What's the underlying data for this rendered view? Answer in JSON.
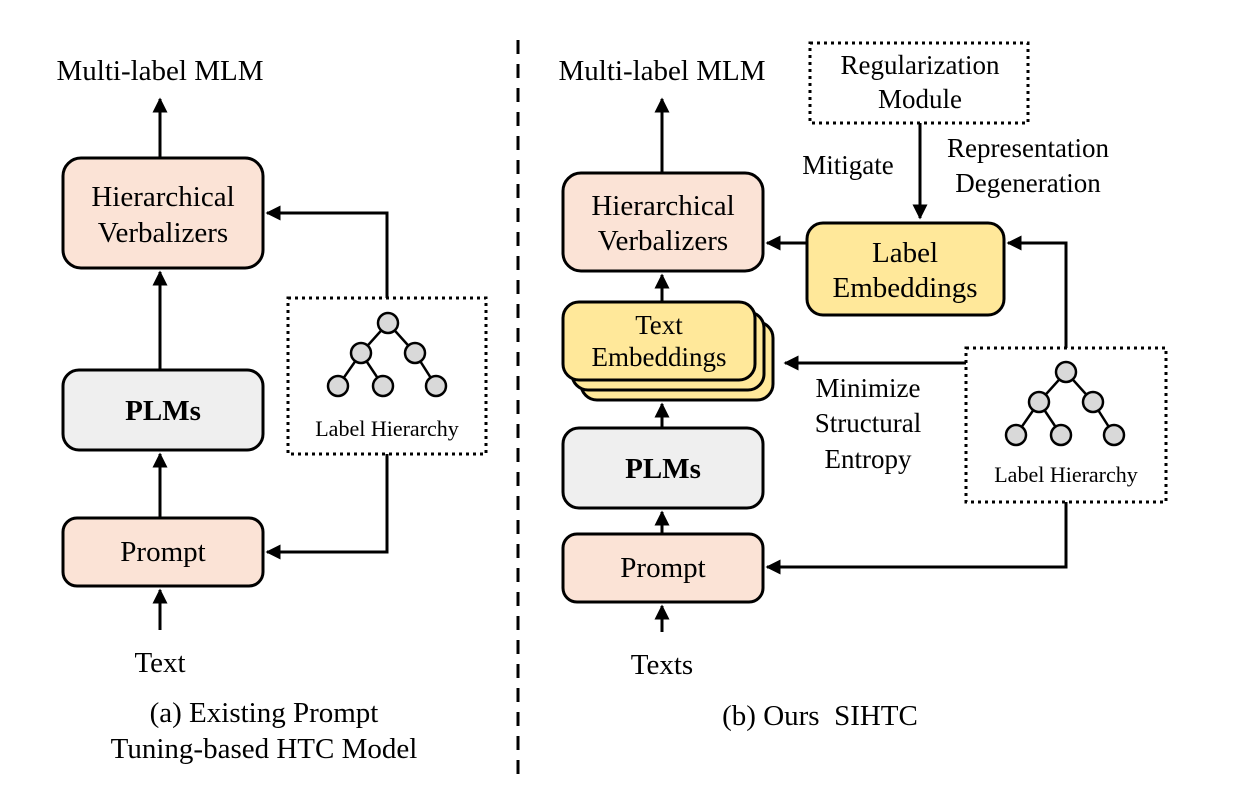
{
  "left": {
    "top_output": "Multi-label MLM",
    "verbalizers": [
      "Hierarchical",
      "Verbalizers"
    ],
    "plms": "PLMs",
    "prompt": "Prompt",
    "input": "Text",
    "label_hierarchy": "Label Hierarchy",
    "caption": [
      "(a) Existing Prompt",
      "Tuning-based HTC Model"
    ]
  },
  "right": {
    "top_output": "Multi-label MLM",
    "regularization": [
      "Regularization",
      "Module"
    ],
    "mitigate": "Mitigate",
    "representation": [
      "Representation",
      "Degeneration"
    ],
    "verbalizers": [
      "Hierarchical",
      "Verbalizers"
    ],
    "label_embeddings": [
      "Label",
      "Embeddings"
    ],
    "text_embeddings": [
      "Text",
      "Embeddings"
    ],
    "minimize": [
      "Minimize",
      "Structural",
      "Entropy"
    ],
    "plms": "PLMs",
    "prompt": "Prompt",
    "input": "Texts",
    "label_hierarchy": "Label Hierarchy",
    "caption": "(b) Ours  SIHTC"
  },
  "colors": {
    "pink_fill": "#fbe3d6",
    "gray_fill": "#efefef",
    "yellow_fill": "#ffe89a"
  }
}
